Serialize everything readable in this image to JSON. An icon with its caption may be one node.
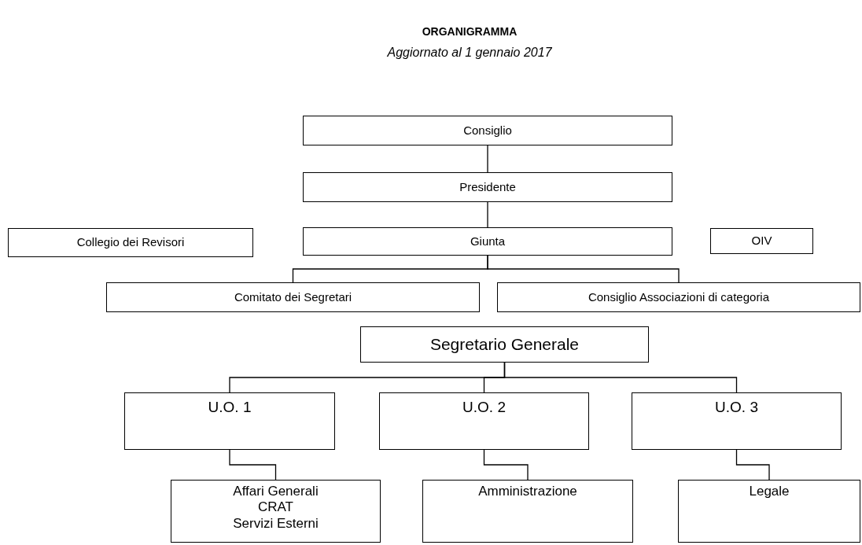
{
  "diagram": {
    "title": "ORGANIGRAMMA",
    "caption": "Aggiornato al 1 gennaio 2017",
    "nodes": [
      {
        "text": [
          "Consiglio"
        ]
      },
      {
        "text": [
          "Presidente"
        ]
      },
      {
        "text": [
          "Collegio dei Revisori"
        ]
      },
      {
        "text": [
          "Giunta"
        ]
      },
      {
        "text": [
          "OIV"
        ]
      },
      {
        "text": [
          "Comitato dei Segretari"
        ]
      },
      {
        "text": [
          "Consiglio Associazioni di categoria"
        ]
      },
      {
        "text": [
          "Segretario Generale"
        ]
      },
      {
        "text": [
          "U.O. 1"
        ]
      },
      {
        "text": [
          "U.O. 2"
        ]
      },
      {
        "text": [
          "U.O. 3"
        ]
      },
      {
        "text": [
          "Affari Generali",
          "CRAT",
          "Servizi Esterni"
        ]
      },
      {
        "text": [
          "Amministrazione"
        ]
      },
      {
        "text": [
          "Legale"
        ]
      }
    ],
    "edges": [
      {
        "from": 0,
        "to": 1,
        "arrow": "none"
      },
      {
        "from": 1,
        "to": 3,
        "arrow": "none"
      },
      {
        "from": 3,
        "to": 5,
        "arrow": "none"
      },
      {
        "from": 3,
        "to": 6,
        "arrow": "none"
      },
      {
        "from": 7,
        "to": 8,
        "arrow": "none"
      },
      {
        "from": 7,
        "to": 9,
        "arrow": "none"
      },
      {
        "from": 7,
        "to": 10,
        "arrow": "none"
      },
      {
        "from": 8,
        "to": 11,
        "arrow": "none"
      },
      {
        "from": 9,
        "to": 12,
        "arrow": "none"
      },
      {
        "from": 10,
        "to": 13,
        "arrow": "none"
      }
    ]
  }
}
